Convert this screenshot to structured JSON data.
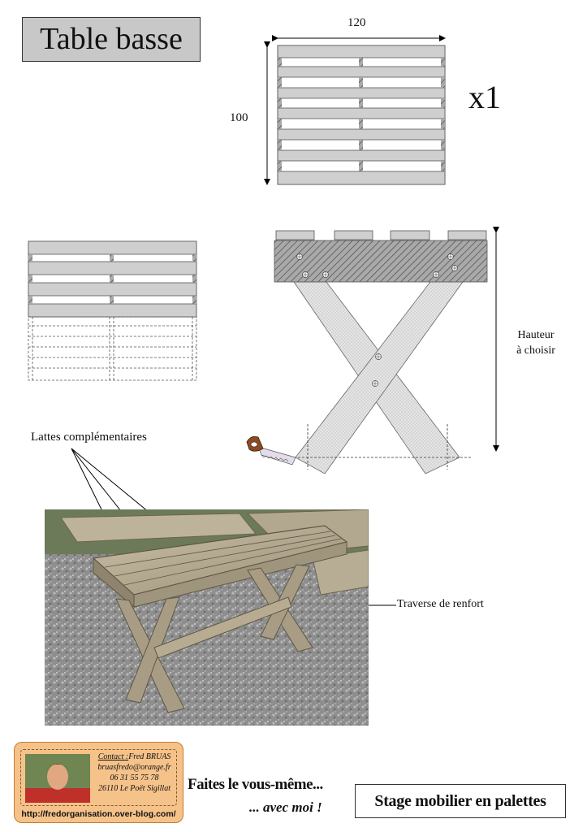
{
  "title": "Table basse",
  "pallet": {
    "width_label": "120",
    "height_label": "100",
    "quantity_label": "x1"
  },
  "side_view": {
    "height_note_line1": "Hauteur",
    "height_note_line2": "à choisir"
  },
  "annotations": {
    "extra_slats": "Lattes complémentaires",
    "brace": "Traverse de renfort"
  },
  "icons": {
    "saw": "saw-icon"
  },
  "contact": {
    "prefix": "Contact :",
    "name": "Fred BRUAS",
    "email": "bruasfredo@orange.fr",
    "phone": "06 31 55 75 78",
    "address": "26110 Le Poët Sigillat",
    "url": "http://fredorganisation.over-blog.com/"
  },
  "footer": {
    "slogan_line1": "Faites le vous-même...",
    "slogan_line2": "... avec moi !",
    "course_title": "Stage mobilier en palettes"
  },
  "colors": {
    "slat_fill": "#cfcfcf",
    "hatch_fill": "#9a9a9a",
    "card_fill": "#f5c28a"
  }
}
